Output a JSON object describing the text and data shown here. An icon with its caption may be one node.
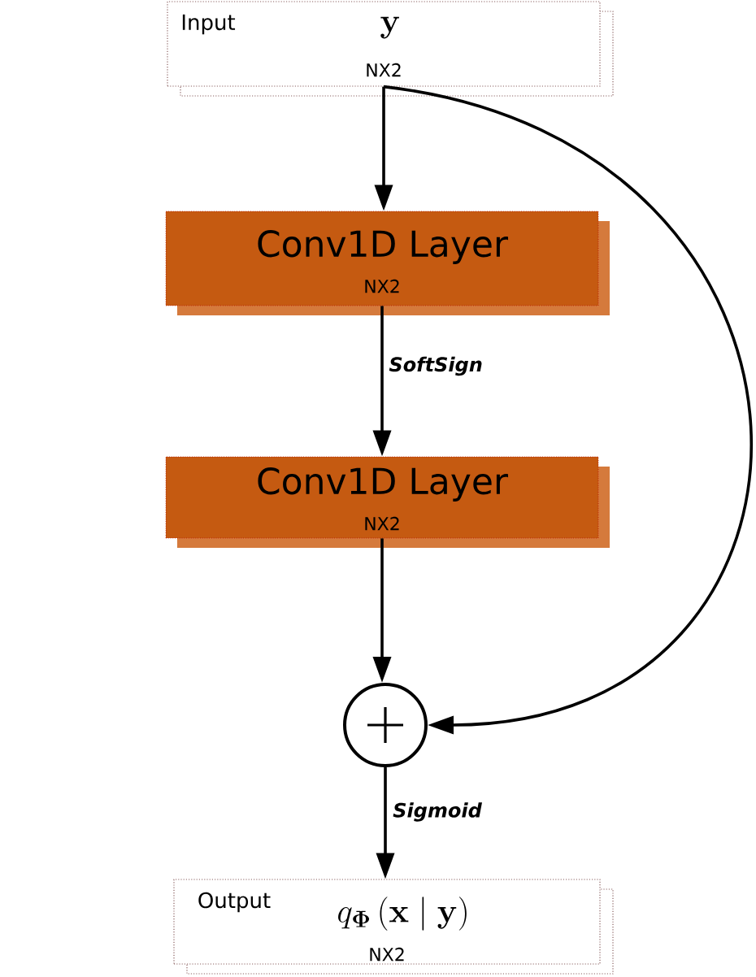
{
  "diagram": {
    "nodes": [
      {
        "text": [
          "Input",
          "\\mathbf{y}",
          "NX2"
        ]
      },
      {
        "text": [
          "Conv1D Layer",
          "NX2"
        ]
      },
      {
        "text": [
          "Conv1D Layer",
          "NX2"
        ]
      },
      {
        "text": [],
        "shape": "circle"
      },
      {
        "text": [
          "Output",
          "q_{\\mathbf{\\Phi}}\\left(\\mathbf{x}\\;\\middle|\\;\\mathbf{y}\\right)",
          "NX2"
        ]
      }
    ],
    "edges": [
      {
        "from": 0,
        "to": 1,
        "arrow": "to"
      },
      {
        "from": 1,
        "to": 2,
        "arrow": "to",
        "label": "SoftSign"
      },
      {
        "from": 2,
        "to": 3,
        "arrow": "to"
      },
      {
        "from": 0,
        "to": 3,
        "arrow": "to"
      },
      {
        "from": 3,
        "to": 4,
        "arrow": "to",
        "label": "Sigmoid"
      }
    ]
  }
}
